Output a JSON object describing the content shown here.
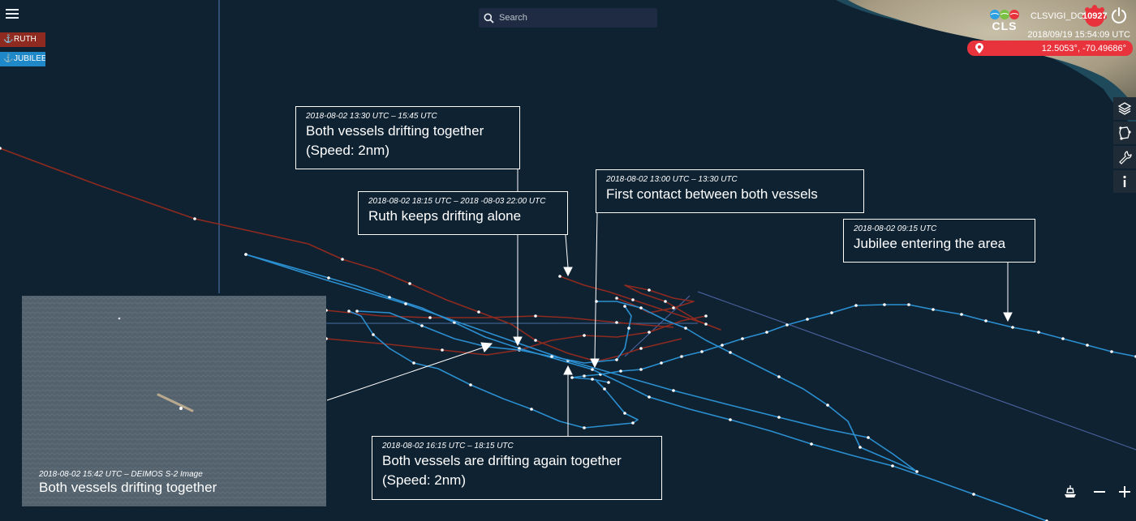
{
  "header": {
    "search_placeholder": "Search",
    "brand": "CLS",
    "username": "CLSVIGI_DO",
    "alert_count": "10927",
    "datetime": "2018/09/19 15:54:09 UTC",
    "coordinates": "12.5053°, -70.49686°"
  },
  "vessels": [
    {
      "name": "RUTH",
      "color": "#8e2a1f",
      "icon": "vessel-icon"
    },
    {
      "name": "JUBILEE",
      "color": "#1f88c8",
      "icon": "vessel-icon"
    }
  ],
  "annotations": {
    "drifting_together": {
      "time": "2018-08-02 13:30 UTC – 15:45 UTC",
      "line1": "Both vessels drifting together",
      "line2": "(Speed: 2nm)"
    },
    "ruth_alone": {
      "time": "2018-08-02 18:15 UTC –  2018 -08-03  22:00 UTC",
      "line1": "Ruth keeps drifting alone"
    },
    "first_contact": {
      "time": "2018-08-02 13:00 UTC – 13:30 UTC",
      "line1": "First contact between both vessels"
    },
    "jubilee_entering": {
      "time": "2018-08-02  09:15 UTC",
      "line1": "Jubilee entering the area"
    },
    "drifting_again": {
      "time": "2018-08-02 16:15 UTC – 18:15 UTC",
      "line1": "Both vessels are drifting again together",
      "line2": "(Speed: 2nm)"
    },
    "image_caption": {
      "time": "2018-08-02 15:42 UTC – DEIMOS S-2 Image",
      "line1": "Both vessels drifting together"
    }
  },
  "toolbar": {
    "icons": [
      "layers-icon",
      "area-icon",
      "wrench-icon",
      "info-icon"
    ]
  },
  "bottom_controls": [
    "vessel-focus-icon",
    "zoom-out-icon",
    "zoom-in-icon"
  ],
  "colors": {
    "ruth_track": "#8e2a1f",
    "jubilee_track": "#2b8fd0",
    "alert": "#e8323c",
    "ocean": "#0f2232"
  }
}
